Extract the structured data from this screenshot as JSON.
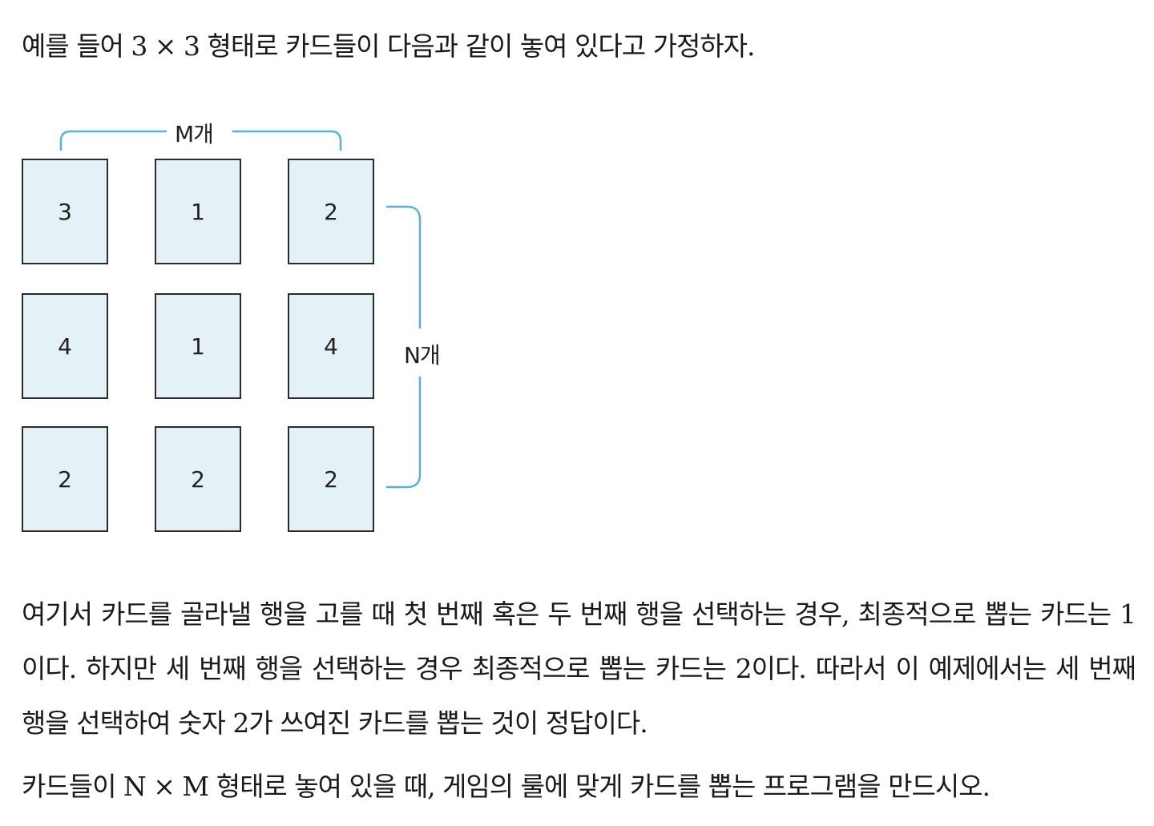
{
  "text": {
    "intro": "예를 들어 3 × 3 형태로 카드들이 다음과 같이 놓여 있다고 가정하자.",
    "explanation": "여기서 카드를 골라낼 행을 고를 때 첫 번째 혹은 두 번째 행을 선택하는 경우, 최종적으로 뽑는 카드는 1이다. 하지만 세 번째 행을 선택하는 경우 최종적으로 뽑는 카드는 2이다. 따라서 이 예제에서는 세 번째 행을 선택하여 숫자 2가 쓰여진 카드를 뽑는 것이 정답이다.",
    "task": "카드들이 N × M 형태로 놓여 있을 때, 게임의 룰에 맞게 카드를 뽑는 프로그램을 만드시오."
  },
  "diagram": {
    "m_label": "M개",
    "n_label": "N개",
    "grid": [
      [
        "3",
        "1",
        "2"
      ],
      [
        "4",
        "1",
        "4"
      ],
      [
        "2",
        "2",
        "2"
      ]
    ],
    "colors": {
      "card_fill": "#e4f1f7",
      "card_border": "#2a2a2a",
      "bracket": "#5ab0d6"
    }
  }
}
